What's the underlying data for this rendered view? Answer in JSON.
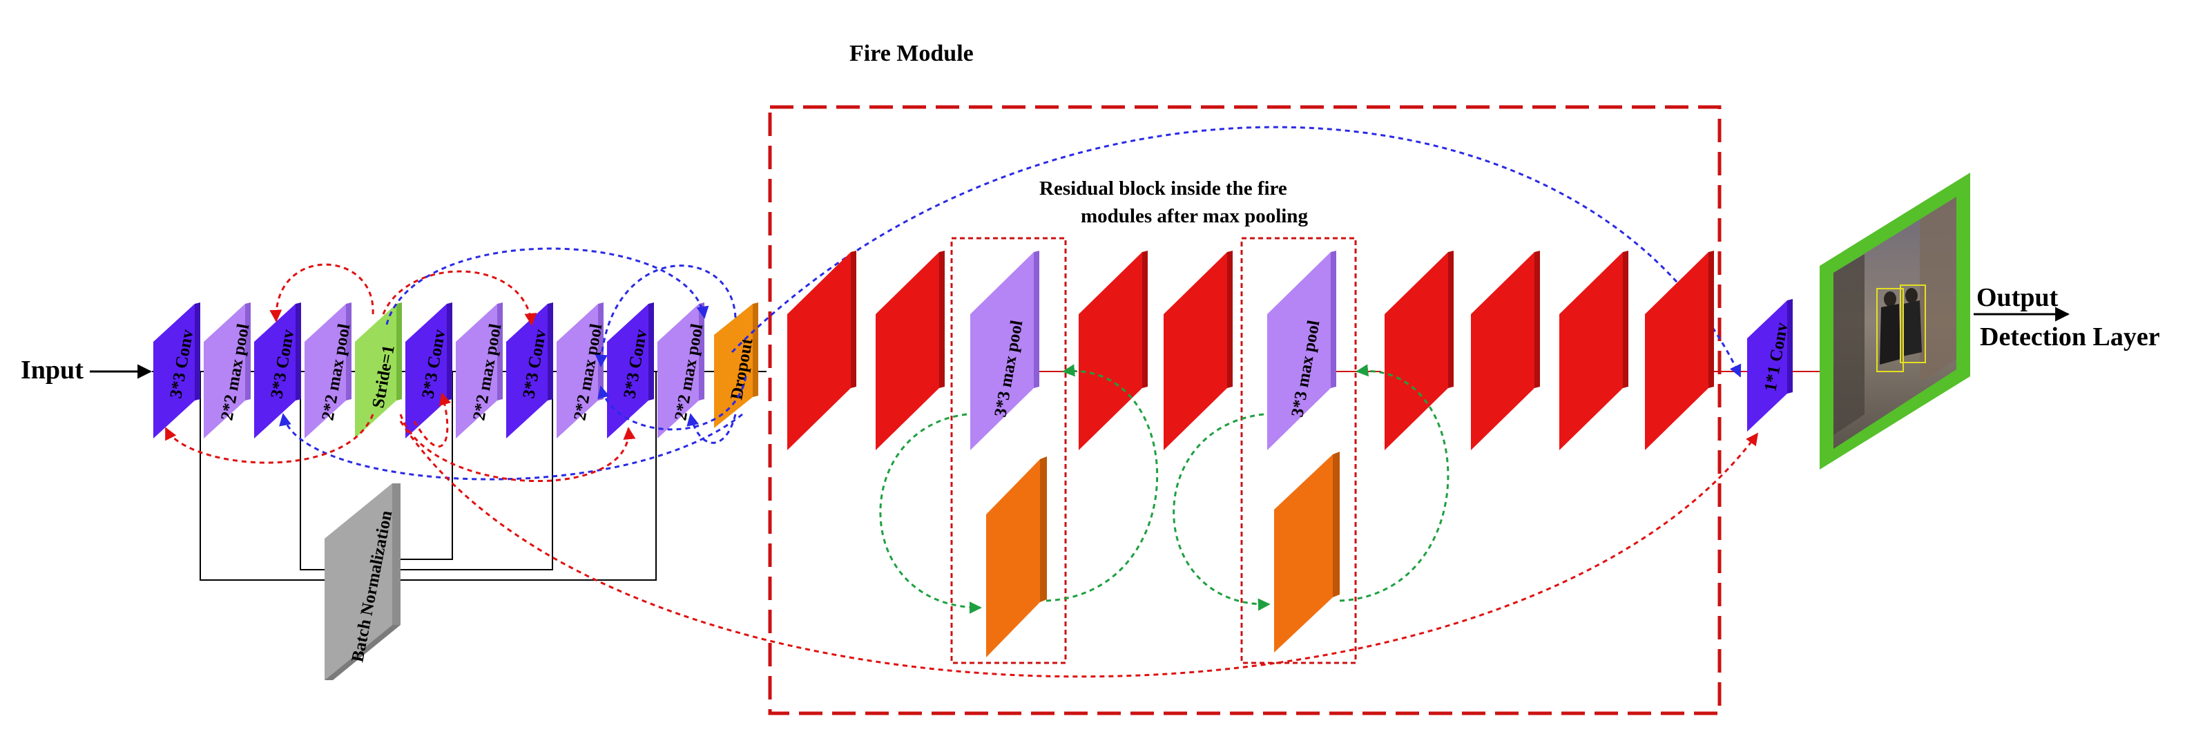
{
  "title": "Fire Module",
  "input_label": "Input",
  "output_label": "Output",
  "detection_label": "Detection Layer",
  "residual_caption_line1": "Residual block inside the fire",
  "residual_caption_line2": "modules after max pooling",
  "batch_norm_label": "Batch Normalization",
  "layers": {
    "conv1": "3*3 Conv",
    "pool1": "2*2 max pool",
    "conv2": "3*3 Conv",
    "pool2": "2*2 max pool",
    "stride": "Stride=1",
    "conv3": "3*3 Conv",
    "pool3": "2*2 max pool",
    "conv4": "3*3 Conv",
    "pool4": "2*2 max pool",
    "conv5": "3*3 Conv",
    "pool5": "2*2 max pool",
    "dropout": "Dropout",
    "fire_pool1": "3*3 max pool",
    "fire_pool2": "3*3 max pool",
    "final_conv": "1*1 Conv"
  },
  "colors": {
    "conv": "#5b1ff2",
    "pool": "#b584f5",
    "stride": "#9bdd5b",
    "dropout": "#f29010",
    "fire_layer": "#e81515",
    "fire_orange": "#f07010",
    "batch_norm": "#a7a7a7",
    "frame_red": "#cc1111",
    "arrow_red": "#e01010",
    "arrow_blue": "#2a2ae6",
    "arrow_green": "#1ea040",
    "output_border": "#55c02a"
  }
}
